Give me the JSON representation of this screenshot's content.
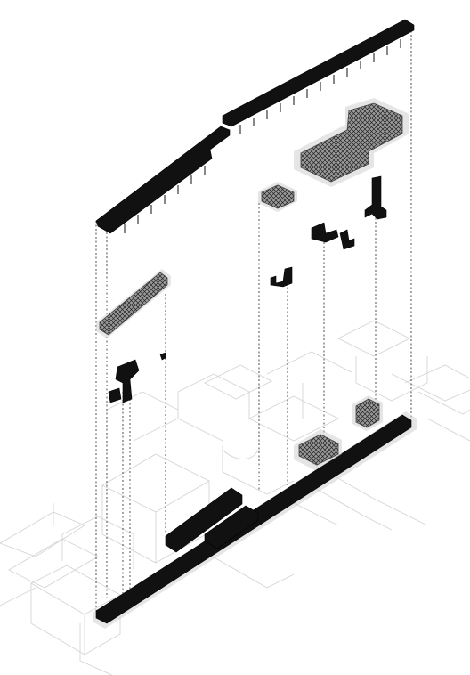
{
  "drawing": {
    "kind": "exploded-axonometric",
    "line_color": "#000000",
    "context_color": "#d4d4d4",
    "background": "#ffffff",
    "layers": [
      {
        "name": "roof-canopy"
      },
      {
        "name": "upper-structures"
      },
      {
        "name": "vertical-connectors"
      },
      {
        "name": "ground-deck"
      },
      {
        "name": "site-context"
      }
    ]
  }
}
